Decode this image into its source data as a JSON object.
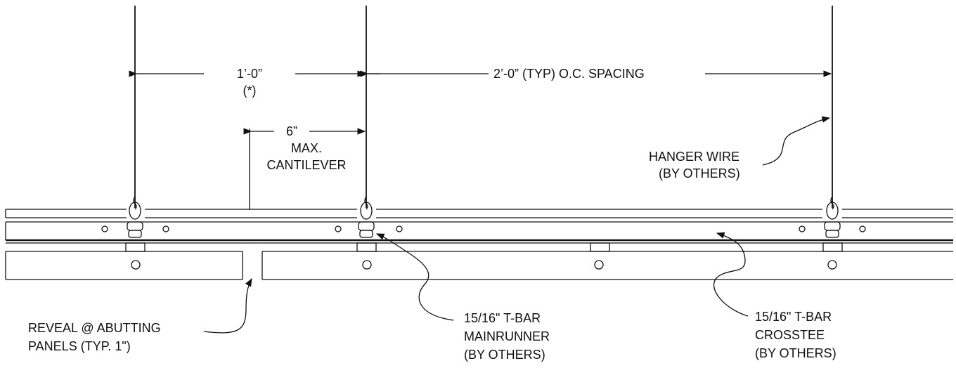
{
  "dimensions": {
    "left_span": "1’-0”",
    "left_note": "(*)",
    "right_span": "2’-0” (TYP) O.C. SPACING",
    "cantilever_dim": "6”",
    "cantilever_label_1": "MAX.",
    "cantilever_label_2": "CANTILEVER"
  },
  "callouts": {
    "hanger_wire_1": "HANGER WIRE",
    "hanger_wire_2": "(BY OTHERS)",
    "reveal_1": "REVEAL @ ABUTTING",
    "reveal_2": "PANELS (TYP. 1\")",
    "mainrunner_1": "15/16\" T-BAR",
    "mainrunner_2": "MAINRUNNER",
    "mainrunner_3": "(BY OTHERS)",
    "crosstee_1": "15/16\" T-BAR",
    "crosstee_2": "CROSSTEE",
    "crosstee_3": "(BY OTHERS)"
  },
  "colors": {
    "line": "#111111",
    "background": "#ffffff"
  }
}
